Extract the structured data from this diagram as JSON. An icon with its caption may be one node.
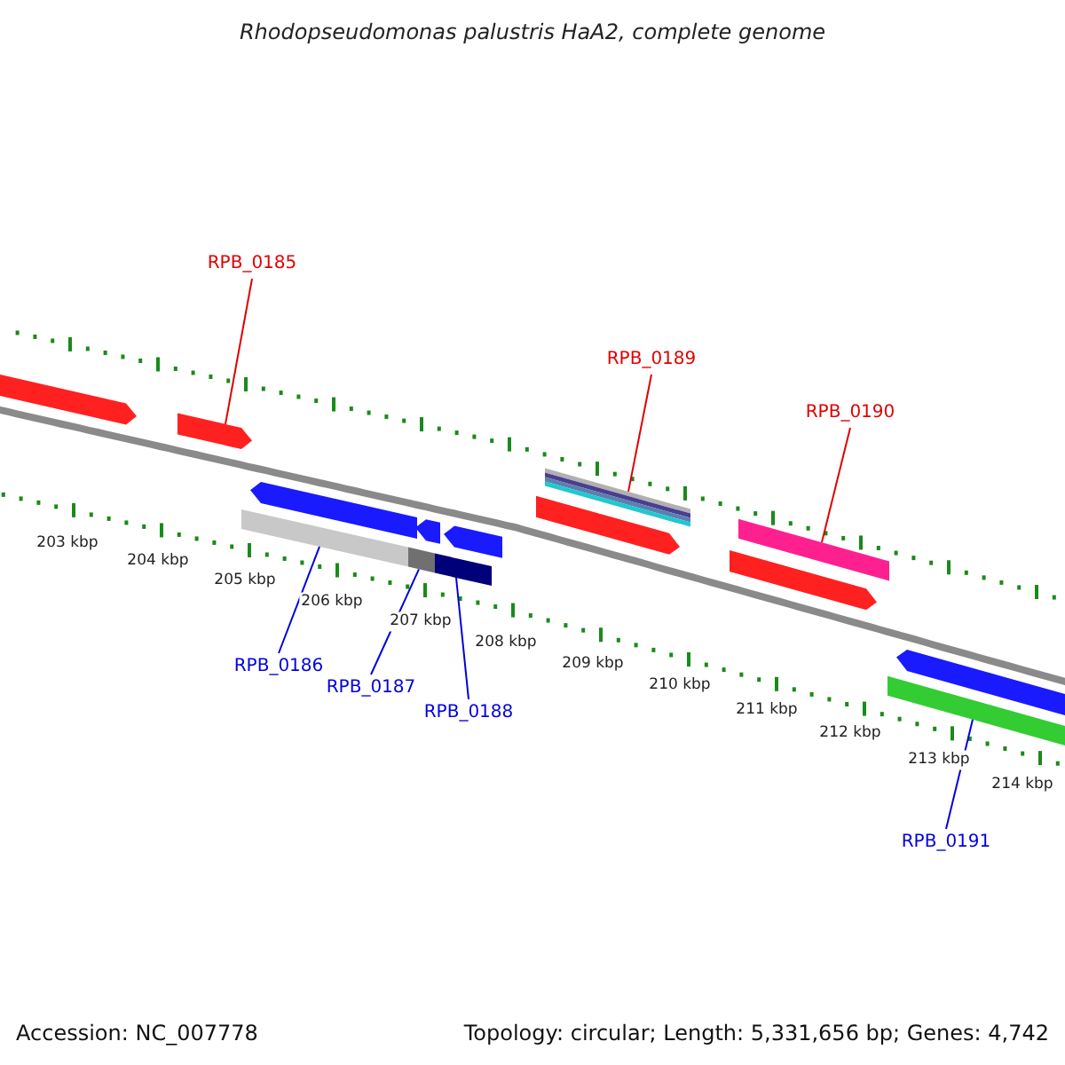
{
  "diagram": {
    "title": "Rhodopseudomonas palustris HaA2, complete genome",
    "nodes": [
      {
        "text": [
          "RPB_0185"
        ]
      },
      {
        "text": [],
        "shape": "arrow"
      },
      {
        "text": [
          "RPB_0186"
        ]
      },
      {
        "text": [],
        "shape": "bar"
      },
      {
        "text": [
          "RPB_0187"
        ]
      },
      {
        "text": [],
        "shape": "bar"
      },
      {
        "text": [
          "RPB_0188"
        ]
      },
      {
        "text": [],
        "shape": "bar"
      },
      {
        "text": [
          "RPB_0189"
        ]
      },
      {
        "text": [],
        "shape": "bar"
      },
      {
        "text": [
          "RPB_0190"
        ]
      },
      {
        "text": [],
        "shape": "bar"
      },
      {
        "text": [
          "RPB_0191"
        ]
      },
      {
        "text": [],
        "shape": "bar"
      },
      {
        "text": [],
        "shape": "arrow"
      },
      {
        "text": [],
        "shape": "arrow"
      },
      {
        "text": [],
        "shape": "arrow"
      },
      {
        "text": [],
        "shape": "arrow"
      },
      {
        "text": [],
        "shape": "arrow"
      },
      {
        "text": [],
        "shape": "arrow"
      },
      {
        "text": [],
        "shape": "arrow"
      }
    ],
    "edges": [
      {
        "from": 0,
        "to": 1,
        "arrow": "none",
        "color": "#e00000"
      },
      {
        "from": 2,
        "to": 3,
        "arrow": "none"
      },
      {
        "from": 4,
        "to": 5,
        "arrow": "none"
      },
      {
        "from": 6,
        "to": 7,
        "arrow": "none"
      },
      {
        "from": 8,
        "to": 9,
        "arrow": "none",
        "color": "#e00000"
      },
      {
        "from": 10,
        "to": 11,
        "arrow": "none",
        "color": "#e00000"
      },
      {
        "from": 12,
        "to": 13,
        "arrow": "none"
      }
    ],
    "labels": [
      "203 kbp",
      "204 kbp",
      "205 kbp",
      "206 kbp",
      "207 kbp",
      "208 kbp",
      "209 kbp",
      "210 kbp",
      "211 kbp",
      "212 kbp",
      "213 kbp",
      "214 kbp",
      "Accession: NC_007778",
      "Topology: circular; Length: 5,331,656 bp; Genes: 4,742"
    ]
  }
}
